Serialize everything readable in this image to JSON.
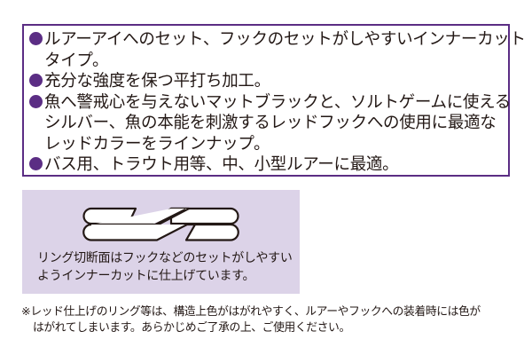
{
  "features": {
    "bullet_color": "#5b2d84",
    "items": [
      {
        "lines": [
          "ルアーアイへのセット、フックのセットがしやすいインナーカット",
          "タイプ。"
        ]
      },
      {
        "lines": [
          "充分な強度を保つ平打ち加工。"
        ]
      },
      {
        "lines": [
          "魚へ警戒心を与えないマットブラックと、ソルトゲームに使える",
          "シルバー、魚の本能を刺激するレッドフックへの使用に最適な",
          "レッドカラーをラインナップ。"
        ]
      },
      {
        "lines": [
          "バス用、トラウト用等、中、小型ルアーに最適。"
        ]
      }
    ]
  },
  "diagram": {
    "icon": "split-ring-cross-section-icon",
    "background": "#dcd3e8",
    "caption_lines": [
      "リング切断面はフックなどのセットがしやすい",
      "ようインナーカットに仕上げています。"
    ]
  },
  "note": {
    "lines": [
      "※レッド仕上げのリング等は、構造上色がはがれやすく、ルアーやフックへの装着時には色が",
      "はがれてしまいます。あらかじめご了承の上、ご使用ください。"
    ]
  }
}
